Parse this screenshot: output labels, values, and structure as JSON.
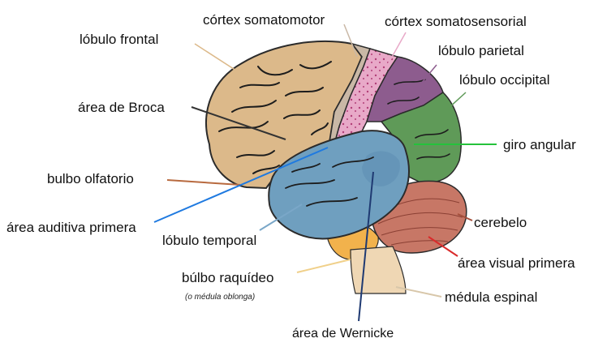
{
  "labels": {
    "lobulo_frontal": "lóbulo frontal",
    "cortex_somatomotor": "córtex somatomotor",
    "cortex_somatosensorial": "córtex somatosensorial",
    "lobulo_parietal": "lóbulo parietal",
    "lobulo_occipital": "lóbulo occipital",
    "area_broca": "área de Broca",
    "giro_angular": "giro angular",
    "bulbo_olfatorio": "bulbo olfatorio",
    "area_auditiva": "área auditiva primera",
    "cerebelo": "cerebelo",
    "lobulo_temporal": "lóbulo temporal",
    "area_visual": "área visual primera",
    "bulbo_raquideo": "búlbo raquídeo",
    "medula_oblonga": "(o médula oblonga)",
    "medula_espinal": "médula espinal",
    "area_wernicke": "área de Wernicke"
  },
  "colors": {
    "frontal": "#dcb98a",
    "somatomotor": "#c9b8a6",
    "somatosensorial": "#e8a9c8",
    "parietal": "#8d5c8e",
    "occipital": "#5f9a58",
    "temporal": "#6f9fbf",
    "cerebelo": "#c77766",
    "pons": "#f2b24c",
    "medula": "#efd7b4",
    "line_broca": "#333333",
    "line_giro": "#25c23b",
    "line_olfatorio": "#b86a3f",
    "line_auditiva": "#1f7ae0",
    "line_temporal": "#7aa7c8",
    "line_cerebelo": "#a44f3b",
    "line_visual": "#d92b2b",
    "line_raquideo": "#f0d08a",
    "line_medula": "#d8c7aa",
    "line_wernicke": "#1f3a72"
  }
}
